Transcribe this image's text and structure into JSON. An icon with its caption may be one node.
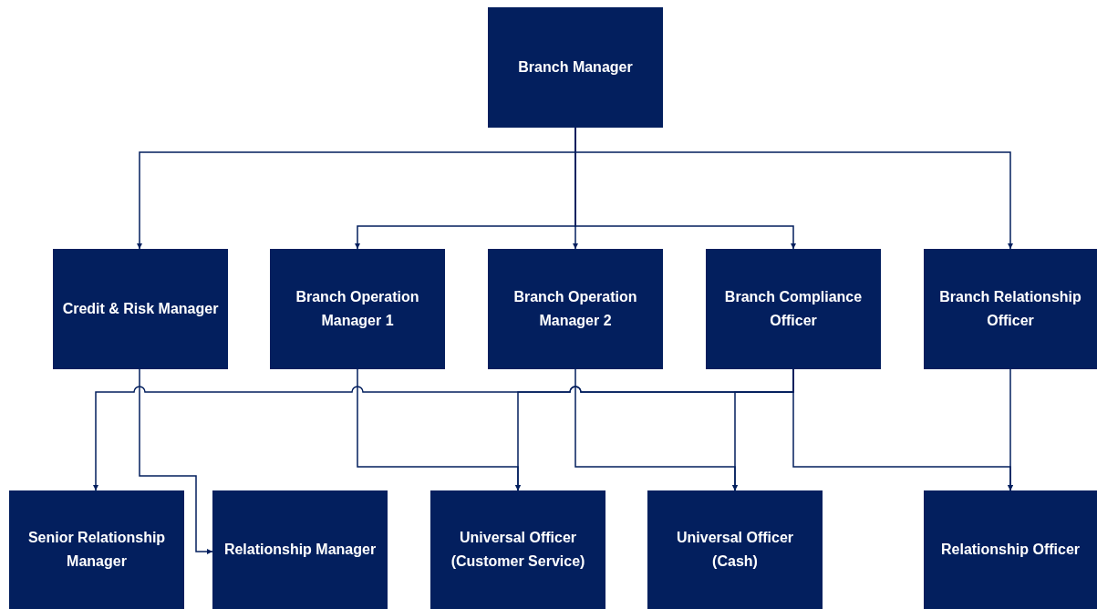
{
  "diagram": {
    "nodes": [
      {
        "text": [
          "Branch Manager"
        ]
      },
      {
        "text": [
          "Credit & Risk Manager"
        ]
      },
      {
        "text": [
          "Branch Operation Manager 1"
        ]
      },
      {
        "text": [
          "Branch Operation Manager 2"
        ]
      },
      {
        "text": [
          "Branch Compliance Officer"
        ]
      },
      {
        "text": [
          "Branch Relationship Officer"
        ]
      },
      {
        "text": [
          "Senior Relationship Manager"
        ]
      },
      {
        "text": [
          "Relationship Manager"
        ]
      },
      {
        "text": [
          "Universal Officer (Customer Service)"
        ]
      },
      {
        "text": [
          "Universal Officer (Cash)"
        ]
      },
      {
        "text": [
          "Relationship Officer"
        ]
      }
    ],
    "edges": [
      {
        "from": 0,
        "to": 1,
        "arrow": "to"
      },
      {
        "from": 0,
        "to": 2,
        "arrow": "to"
      },
      {
        "from": 0,
        "to": 3,
        "arrow": "to"
      },
      {
        "from": 0,
        "to": 4,
        "arrow": "to"
      },
      {
        "from": 0,
        "to": 5,
        "arrow": "to"
      },
      {
        "from": 4,
        "to": 6,
        "arrow": "to"
      },
      {
        "from": 4,
        "to": 8,
        "arrow": "to"
      },
      {
        "from": 4,
        "to": 9,
        "arrow": "to"
      },
      {
        "from": 4,
        "to": 10,
        "arrow": "to"
      },
      {
        "from": 1,
        "to": 7,
        "arrow": "to"
      },
      {
        "from": 2,
        "to": 8,
        "arrow": "to"
      },
      {
        "from": 3,
        "to": 9,
        "arrow": "to"
      },
      {
        "from": 5,
        "to": 10,
        "arrow": "to"
      }
    ]
  }
}
